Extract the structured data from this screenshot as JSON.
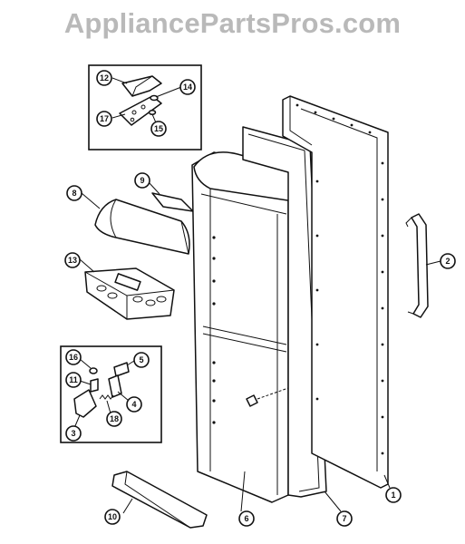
{
  "watermark": {
    "text": "AppliancePartsPros.com",
    "color": "#b9b9b9"
  },
  "callouts": {
    "c1": "1",
    "c2": "2",
    "c3": "3",
    "c4": "4",
    "c5": "5",
    "c6": "6",
    "c7": "7",
    "c8": "8",
    "c9": "9",
    "c10": "10",
    "c11": "11",
    "c12": "12",
    "c13": "13",
    "c14": "14",
    "c15": "15",
    "c16": "16",
    "c17": "17",
    "c18": "18"
  },
  "line_color": "#111111"
}
